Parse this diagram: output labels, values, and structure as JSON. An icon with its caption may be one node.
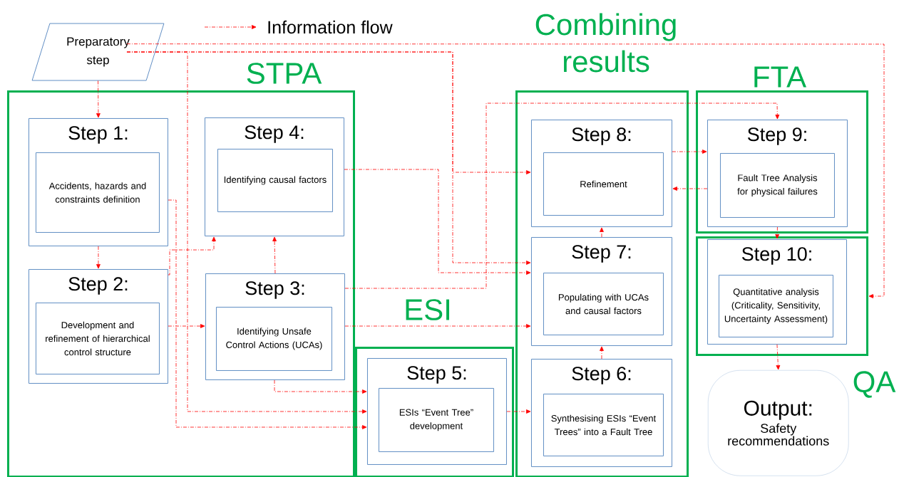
{
  "diagram": {
    "nodes": [
      {
        "text": [
          "Preparatory step"
        ]
      },
      {
        "text": [
          "STPA"
        ]
      },
      {
        "text": [
          "Step 1:"
        ],
        "in": 1
      },
      {
        "text": [
          "Accidents, hazards and constraints definition"
        ],
        "in": 2
      },
      {
        "text": [
          "Step 4:"
        ],
        "in": 1
      },
      {
        "text": [
          "Identifying causal factors"
        ],
        "in": 4
      },
      {
        "text": [
          "Step 2:"
        ],
        "in": 1
      },
      {
        "text": [
          "Development and refinement of hierarchical control structure"
        ],
        "in": 6
      },
      {
        "text": [
          "Step 3:"
        ],
        "in": 1
      },
      {
        "text": [
          "Identifying Unsafe Control Actions (UCAs)"
        ],
        "in": 8
      },
      {
        "text": [
          "ESI"
        ]
      },
      {
        "text": [
          "Step 5:"
        ],
        "in": 10
      },
      {
        "text": [
          "ESIs “Event Tree” development"
        ],
        "in": 11
      },
      {
        "text": [
          "Combining results"
        ]
      },
      {
        "text": [
          "Step 8:"
        ],
        "in": 13
      },
      {
        "text": [
          "Refinement"
        ],
        "in": 14
      },
      {
        "text": [
          "Step 7:"
        ],
        "in": 13
      },
      {
        "text": [
          "Populating with UCAs and causal factors"
        ],
        "in": 16
      },
      {
        "text": [
          "Step 6:"
        ],
        "in": 13
      },
      {
        "text": [
          "Synthesising ESIs “Event Trees” into a Fault Tree"
        ],
        "in": 18
      },
      {
        "text": [
          "FTA"
        ]
      },
      {
        "text": [
          "Step 9:"
        ],
        "in": 20
      },
      {
        "text": [
          "Fault Tree Analysis for physical failures"
        ],
        "in": 21
      },
      {
        "text": [
          "QA"
        ]
      },
      {
        "text": [
          "Step 10:"
        ],
        "in": 23
      },
      {
        "text": [
          "Quantitative analysis (Criticality, Sensitivity, Uncertainty Assessment)"
        ],
        "in": 24
      },
      {
        "text": [
          "Output:",
          "Safety recommendations"
        ]
      }
    ],
    "edges": [
      {
        "from": 0,
        "to": 2,
        "arrow": "to"
      },
      {
        "from": 2,
        "to": 6,
        "arrow": "to"
      },
      {
        "from": 2,
        "to": 11,
        "arrow": "to"
      },
      {
        "from": 6,
        "to": 8,
        "arrow": "to"
      },
      {
        "from": 6,
        "to": 4,
        "arrow": "to"
      },
      {
        "from": 8,
        "to": 4,
        "arrow": "to"
      },
      {
        "from": 8,
        "to": 11,
        "arrow": "to"
      },
      {
        "from": 0,
        "to": 11,
        "arrow": "to"
      },
      {
        "from": 0,
        "to": 23,
        "arrow": "to"
      },
      {
        "from": 0,
        "to": 14,
        "arrow": "to"
      },
      {
        "from": 0,
        "to": 16,
        "arrow": "to"
      },
      {
        "from": 4,
        "to": 16,
        "arrow": "to"
      },
      {
        "from": 8,
        "to": 21,
        "arrow": "to"
      },
      {
        "from": 8,
        "to": 16,
        "arrow": "to"
      },
      {
        "from": 11,
        "to": 18,
        "arrow": "to"
      },
      {
        "from": 18,
        "to": 16,
        "arrow": "to"
      },
      {
        "from": 16,
        "to": 14,
        "arrow": "to"
      },
      {
        "from": 14,
        "to": 21,
        "arrow": "to"
      },
      {
        "from": 21,
        "to": 14,
        "arrow": "to"
      },
      {
        "from": 21,
        "to": 24,
        "arrow": "to"
      },
      {
        "from": 24,
        "to": 26,
        "arrow": "to"
      }
    ],
    "legend": [
      {
        "text": "Information flow"
      }
    ]
  }
}
